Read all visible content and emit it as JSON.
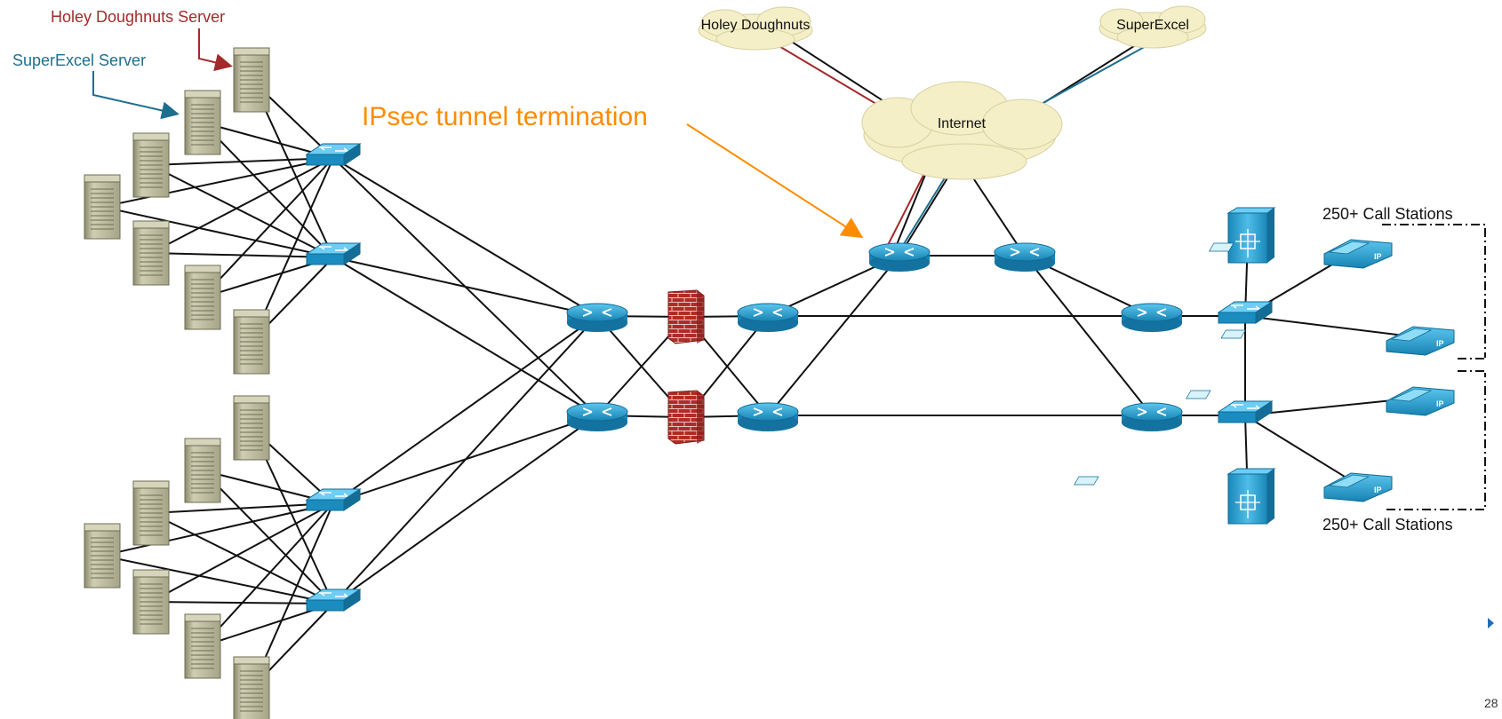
{
  "labels": {
    "holey_server": "Holey Doughnuts Server",
    "superexcel_server": "SuperExcel Server",
    "ipsec": "IPsec tunnel termination",
    "cloud_holey": "Holey Doughnuts",
    "cloud_superexcel": "SuperExcel",
    "cloud_internet": "Internet",
    "call_top": "250+ Call Stations",
    "call_bottom": "250+ Call Stations",
    "page_number": "28",
    "phone_badge": "IP"
  },
  "colors": {
    "holey": "#a32a2a",
    "superexcel": "#1d6f8e",
    "ipsec": "#ff8c00",
    "device": "#1f9fd0",
    "firewall": "#b22a24",
    "server": "#b3b295",
    "cloud": "#f4efc7"
  },
  "icons": {
    "server": "server-icon",
    "switch": "switch-icon",
    "router": "router-icon",
    "firewall": "firewall-icon",
    "cloud": "cloud-icon",
    "phone": "ip-phone-icon",
    "callmanager": "call-manager-icon"
  }
}
